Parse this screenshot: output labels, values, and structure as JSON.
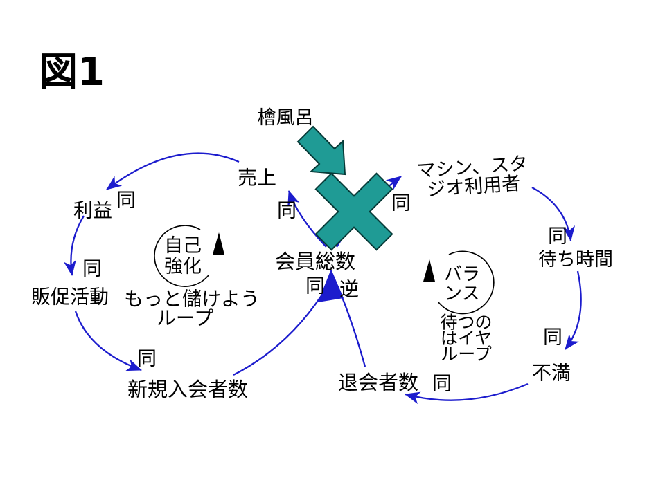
{
  "figure": {
    "title": "図1"
  },
  "colors": {
    "link_blue": "#1c1ccd",
    "teal": "#1f9b95"
  },
  "nodes": {
    "hinoki_bath": "檜風呂",
    "sales": "売上",
    "machine_studio_line1": "マシン、スタ",
    "machine_studio_line2": "ジオ利用者",
    "profit": "利益",
    "promotion": "販促活動",
    "new_members": "新規入会者数",
    "total_members": "会員総数",
    "waiting_time": "待ち時間",
    "dissatisfaction": "不満",
    "withdrawals": "退会者数"
  },
  "loops": {
    "left": {
      "kind_line1": "自己",
      "kind_line2": "強化",
      "name_line1": "もっと儲けよう",
      "name_line2": "ループ"
    },
    "right": {
      "kind_line1": "バラ",
      "kind_line2": "ンス",
      "name_line1": "待つの",
      "name_line2": "はイヤ",
      "name_line3": "ループ"
    }
  },
  "link_labels": {
    "sales_to_profit": "同",
    "profit_to_promotion": "同",
    "promotion_to_new_members": "同",
    "new_members_to_total": "同",
    "withdrawals_to_total": "逆",
    "total_to_sales": "同",
    "total_to_machine_studio": "同",
    "machine_studio_to_waiting": "同",
    "waiting_to_dissatisfaction": "同",
    "dissatisfaction_to_withdrawals": "同"
  }
}
